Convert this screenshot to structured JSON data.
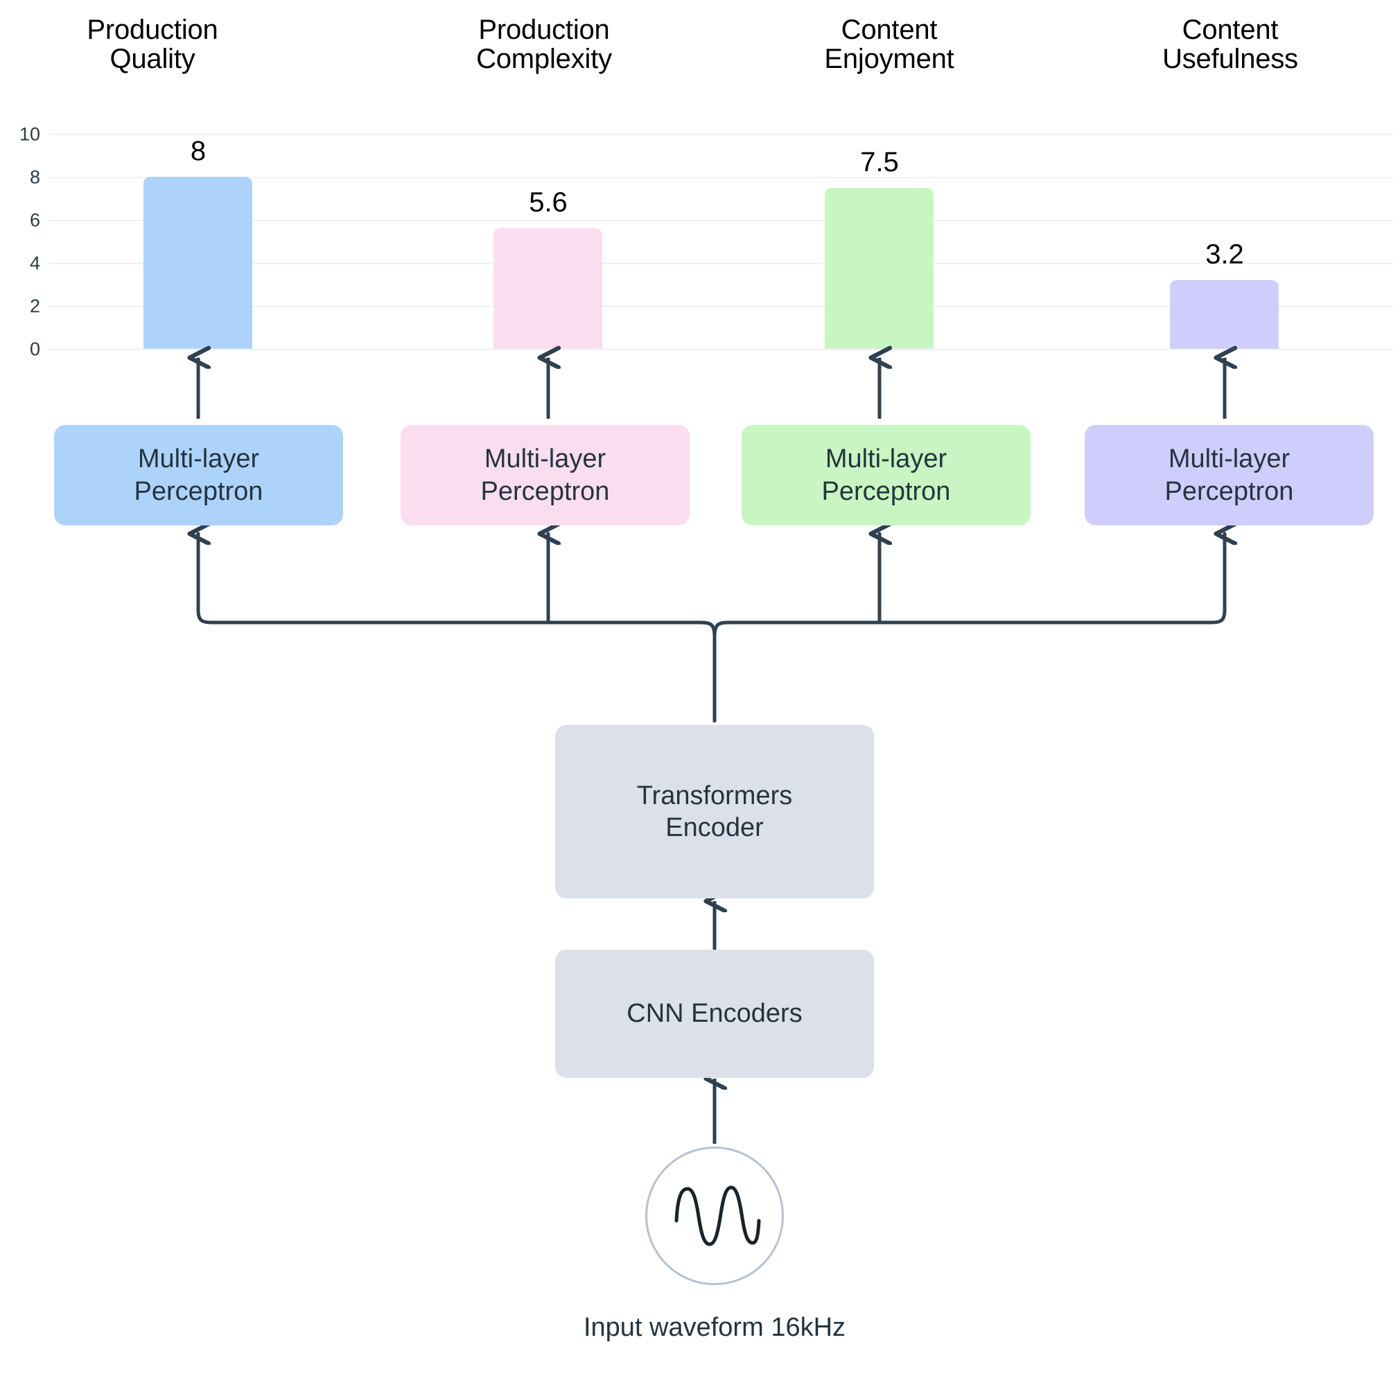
{
  "chart_data": {
    "type": "bar",
    "title": "",
    "xlabel": "",
    "ylabel": "",
    "ylim": [
      0,
      10
    ],
    "grid": true,
    "legend": "none",
    "categories": [
      "Production Quality",
      "Production Complexity",
      "Content Enjoyment",
      "Content Usefulness"
    ],
    "values": [
      8,
      5.6,
      7.5,
      3.2
    ],
    "value_labels": [
      "8",
      "5.6",
      "7.5",
      "3.2"
    ],
    "yticks": [
      "10",
      "8",
      "6",
      "4",
      "2",
      "0"
    ],
    "ytick_values": [
      10,
      8,
      6,
      4,
      2,
      0
    ],
    "bar_colors": [
      "#ADD3FB",
      "#FBDDF0",
      "#C8F5C1",
      "#CFCDFB"
    ]
  },
  "headers": [
    {
      "line1": "Production",
      "line2": "Quality"
    },
    {
      "line1": "Production",
      "line2": "Complexity"
    },
    {
      "line1": "Content",
      "line2": "Enjoyment"
    },
    {
      "line1": "Content",
      "line2": "Usefulness"
    }
  ],
  "heads": [
    {
      "line1": "Multi-layer",
      "line2": "Perceptron",
      "color": "#ADD3FB"
    },
    {
      "line1": "Multi-layer",
      "line2": "Perceptron",
      "color": "#FBDDF0"
    },
    {
      "line1": "Multi-layer",
      "line2": "Perceptron",
      "color": "#C8F5C1"
    },
    {
      "line1": "Multi-layer",
      "line2": "Perceptron",
      "color": "#CFCDFB"
    }
  ],
  "backbone": {
    "transformer": {
      "line1": "Transformers",
      "line2": "Encoder"
    },
    "cnn": {
      "line1": "CNN Encoders",
      "line2": ""
    },
    "box_color": "#DCE0E8"
  },
  "input": {
    "icon": "audio-waveform-icon",
    "caption_line1": "Input waveform",
    "caption_line2": "16kHz",
    "circle_stroke": "#b6c1d0"
  },
  "colors": {
    "wire": "#2e4150",
    "gridline": "#eef1f6",
    "text": "#24343f",
    "axis_text": "#2b3a44"
  }
}
